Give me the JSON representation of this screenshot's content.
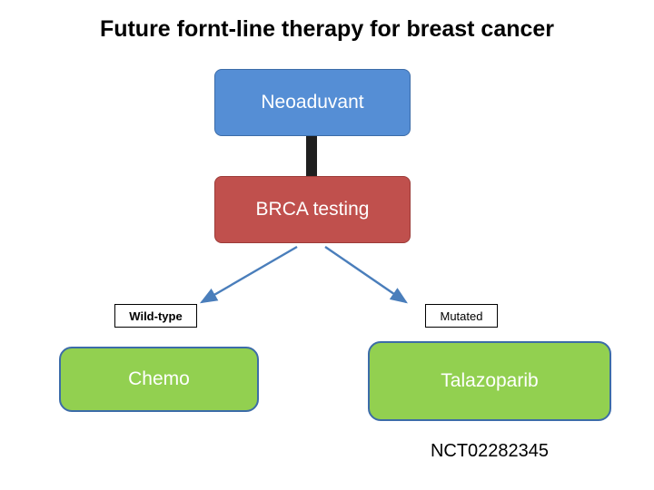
{
  "slide": {
    "title": "Future fornt-line therapy for breast cancer",
    "background_color": "#ffffff"
  },
  "nodes": {
    "neoadjuvant": {
      "label": "Neoaduvant",
      "fill": "#558ed5",
      "text_color": "#ffffff"
    },
    "brca_testing": {
      "label": "BRCA testing",
      "fill": "#c0504d",
      "text_color": "#ffffff"
    },
    "chemo": {
      "label": "Chemo",
      "fill": "#92d050",
      "text_color": "#ffffff"
    },
    "talazoparib": {
      "label": "Talazoparib",
      "fill": "#92d050",
      "text_color": "#ffffff"
    }
  },
  "branch_labels": {
    "wild_type": "Wild-type",
    "mutated": "Mutated"
  },
  "annotations": {
    "trial_id": "NCT02282345"
  },
  "connectors": {
    "stem_color": "#1f1f1f",
    "arrow_color": "#4a7ebb"
  }
}
